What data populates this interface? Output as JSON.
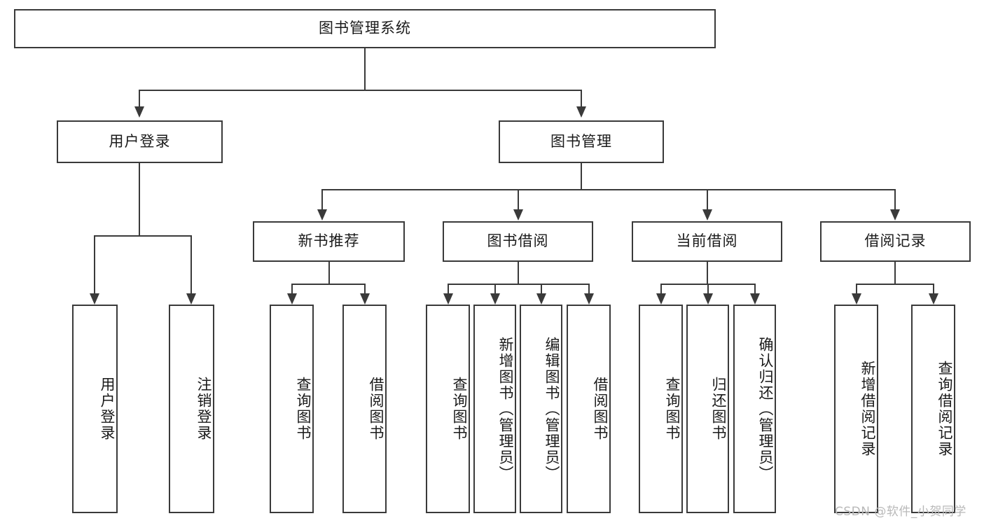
{
  "diagram": {
    "title": "图书管理系统",
    "root": {
      "label": "图书管理系统"
    },
    "level2": [
      {
        "label": "用户登录"
      },
      {
        "label": "图书管理"
      }
    ],
    "level3": [
      {
        "label": "新书推荐"
      },
      {
        "label": "图书借阅"
      },
      {
        "label": "当前借阅"
      },
      {
        "label": "借阅记录"
      }
    ],
    "leaves": {
      "user_login": [
        {
          "label": "用户登录"
        },
        {
          "label": "注销登录"
        }
      ],
      "new_book_recommend": [
        {
          "label": "查询图书"
        },
        {
          "label": "借阅图书"
        }
      ],
      "book_borrow": [
        {
          "label": "查询图书"
        },
        {
          "label": "新增图书（管理员）"
        },
        {
          "label": "编辑图书（管理员）"
        },
        {
          "label": "借阅图书"
        }
      ],
      "current_borrow": [
        {
          "label": "查询图书"
        },
        {
          "label": "归还图书"
        },
        {
          "label": "确认归还（管理员）"
        }
      ],
      "borrow_records": [
        {
          "label": "新增借阅记录"
        },
        {
          "label": "查询借阅记录"
        }
      ]
    }
  },
  "watermark": {
    "text": "CSDN @软件_小贺同学"
  },
  "colors": {
    "stroke": "#3a3a3a",
    "text": "#1a1a1a",
    "background": "#ffffff",
    "watermark": "#b9b9b9"
  }
}
